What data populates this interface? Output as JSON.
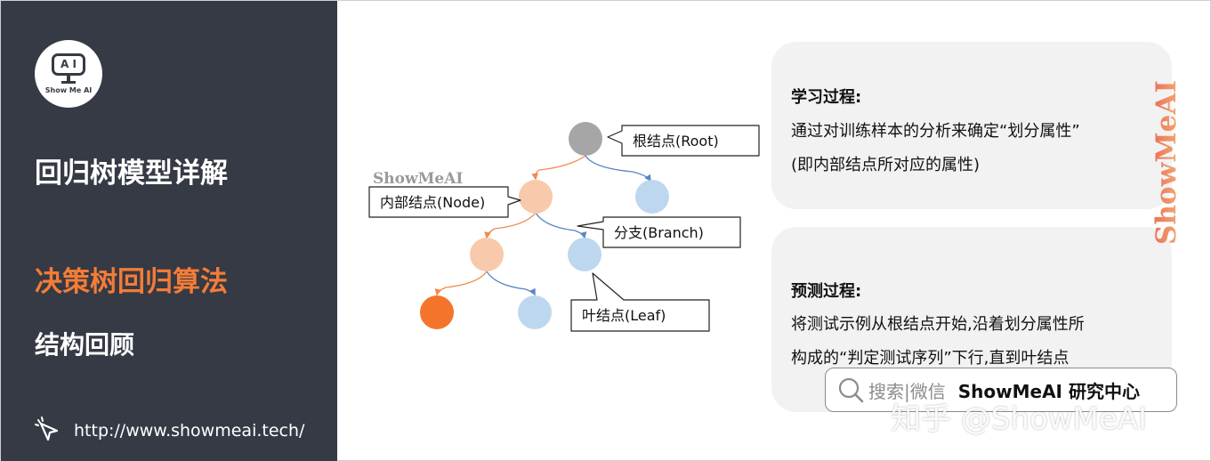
{
  "sidebar": {
    "logo_text": "Show Me AI",
    "logo_face": "A I",
    "title": "回归树模型详解",
    "section": "决策树回归算法",
    "subsection": "结构回顾",
    "url": "http://www.showmeai.tech/"
  },
  "diagram": {
    "watermark": "ShowMeAI",
    "labels": {
      "root": "根结点(Root)",
      "node": "内部结点(Node)",
      "branch": "分支(Branch)",
      "leaf": "叶结点(Leaf)"
    },
    "node_colors": {
      "root": "#a6a6a6",
      "internal": "#f8c9aa",
      "leaf_highlight": "#f4742c",
      "blue": "#bdd7ee"
    },
    "edge_colors": {
      "left": "#f08a50",
      "right": "#5b86c5"
    }
  },
  "learning": {
    "heading": "学习过程:",
    "lines": [
      "通过对训练样本的分析来确定“划分属性”",
      "(即内部结点所对应的属性)"
    ]
  },
  "prediction": {
    "heading": "预测过程:",
    "lines": [
      "将测试示例从根结点开始,沿着划分属性所",
      "构成的“判定测试序列”下行,直到叶结点"
    ]
  },
  "brand_vertical": "ShowMeAI",
  "search": {
    "placeholder": "搜索|微信",
    "brand": "ShowMeAI 研究中心"
  },
  "zhihu_watermark": "知乎 @ShowMeAI",
  "colors": {
    "sidebar_bg": "#353a45",
    "accent": "#f47c36",
    "box_bg": "#f2f2f2"
  }
}
